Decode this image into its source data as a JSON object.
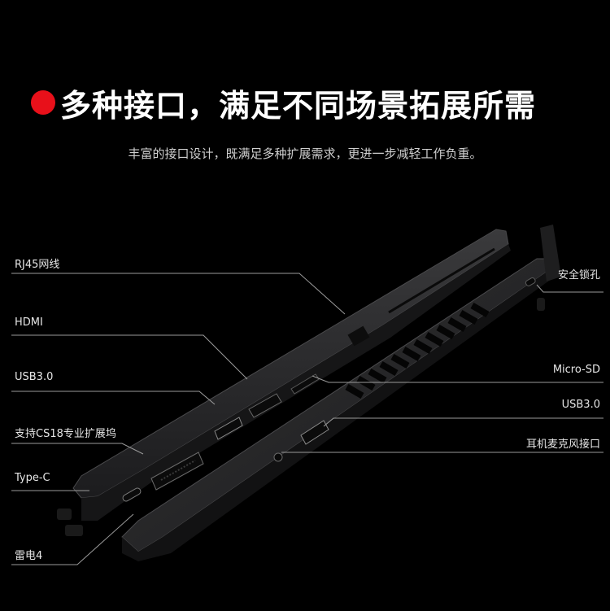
{
  "header": {
    "title": "多种接口，满足不同场景拓展所需",
    "subtitle": "丰富的接口设计，既满足多种扩展需求，更进一步减轻工作负重。"
  },
  "ports_left": [
    {
      "name": "rj45",
      "label": "RJ45网线"
    },
    {
      "name": "hdmi",
      "label": "HDMI"
    },
    {
      "name": "usb30-left",
      "label": "USB3.0"
    },
    {
      "name": "dock",
      "label": "支持CS18专业扩展坞"
    },
    {
      "name": "type-c",
      "label": "Type-C"
    },
    {
      "name": "thunderbolt4",
      "label": "雷电4"
    }
  ],
  "ports_right": [
    {
      "name": "lock",
      "label": "安全锁孔"
    },
    {
      "name": "micro-sd",
      "label": "Micro-SD"
    },
    {
      "name": "usb30-right",
      "label": "USB3.0"
    },
    {
      "name": "audio",
      "label": "耳机麦克风接口"
    }
  ],
  "colors": {
    "accent": "#e8101a",
    "background": "#000000",
    "body": "#2b2b2d",
    "callout": "#9a9a9a"
  },
  "icons": [
    "red-dot-icon",
    "laptop-left-side-image",
    "laptop-right-side-image"
  ]
}
